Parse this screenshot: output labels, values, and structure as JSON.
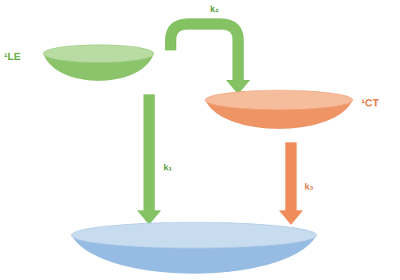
{
  "diagram": {
    "nodes": [
      {
        "text": [
          "¹LE"
        ]
      },
      {
        "text": [
          "¹CT"
        ]
      },
      {
        "text": []
      }
    ],
    "edges": [
      {
        "from": 0,
        "to": 1,
        "arrow": "to",
        "label": "k₂"
      },
      {
        "from": 0,
        "to": 2,
        "arrow": "to",
        "label": "k₁"
      },
      {
        "from": 1,
        "to": 2,
        "arrow": "to",
        "label": "k₃"
      }
    ]
  }
}
